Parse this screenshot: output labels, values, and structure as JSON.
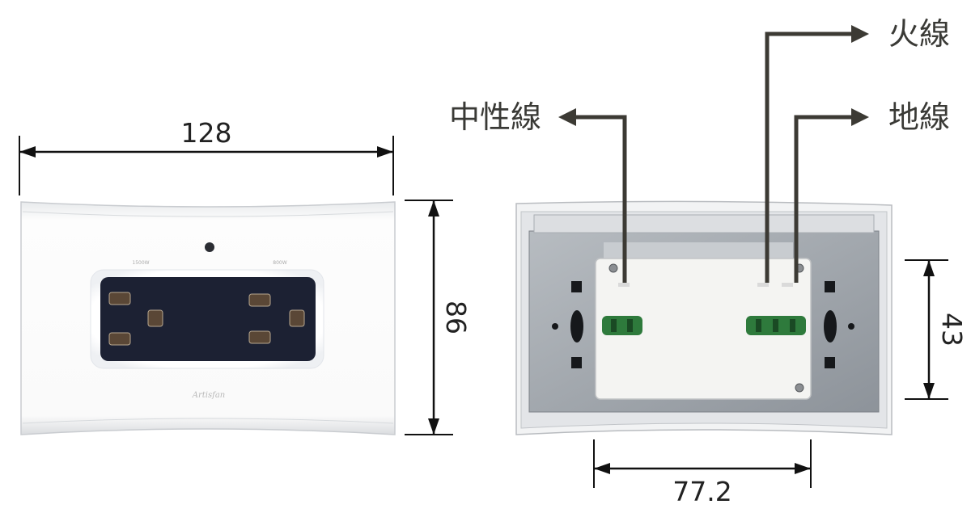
{
  "dimensions": {
    "front_width": "128",
    "front_height": "86",
    "back_height": "43",
    "back_spacing": "77.2"
  },
  "wire_labels": {
    "neutral": "中性線",
    "live": "火線",
    "ground": "地線"
  },
  "front_plate": {
    "left_rating": "1500W",
    "right_rating": "800W",
    "brand": "Artisfan"
  },
  "colors": {
    "dimension_line": "#111111",
    "wire_arrow": "#3c3a34",
    "socket_panel": "#1c2133",
    "mounting_frame": "#9aa0a6",
    "terminal_green": "#2e7a3c"
  }
}
